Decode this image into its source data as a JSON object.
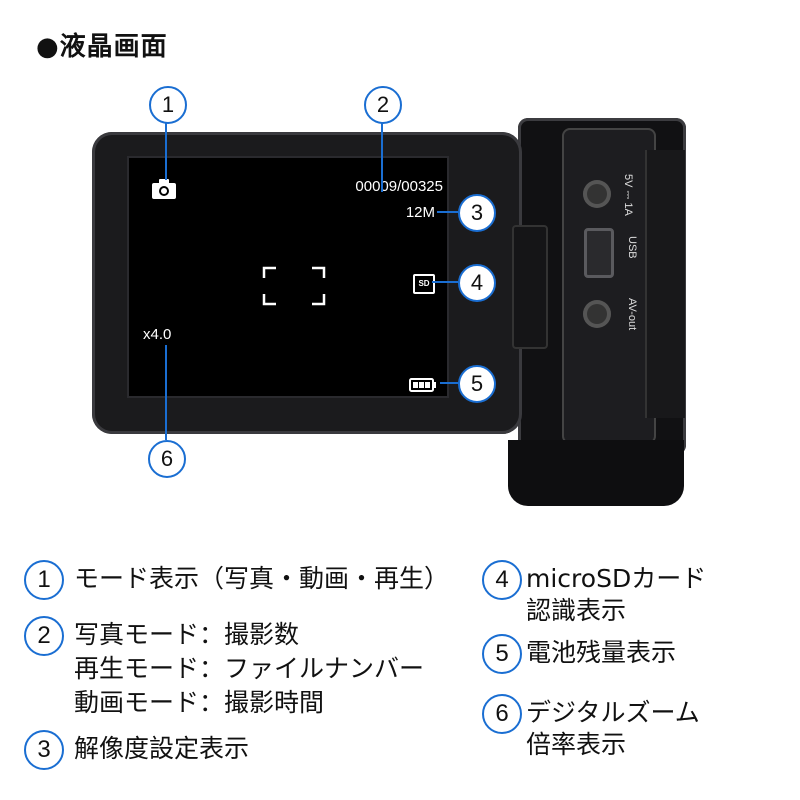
{
  "header": {
    "title": "●液晶画面"
  },
  "screen": {
    "counter": "00009/00325",
    "resolution": "12M",
    "sd": "SD",
    "zoom": "x4.0"
  },
  "ports": {
    "dc": "5V ⎓ 1A",
    "usb": "USB",
    "av": "AV-out"
  },
  "callouts": [
    "1",
    "2",
    "3",
    "4",
    "5",
    "6"
  ],
  "legend": {
    "l1": "モード表示（写真・動画・再生）",
    "l2a": "写真モード：撮影数",
    "l2b": "再生モード：ファイルナンバー",
    "l2c": "動画モード：撮影時間",
    "l3": "解像度設定表示",
    "l4a": "microSDカード",
    "l4b": "認識表示",
    "l5": "電池残量表示",
    "l6a": "デジタルズーム",
    "l6b": "倍率表示"
  },
  "colors": {
    "accent": "#1a6ed2",
    "device": "#1b1b1d"
  }
}
